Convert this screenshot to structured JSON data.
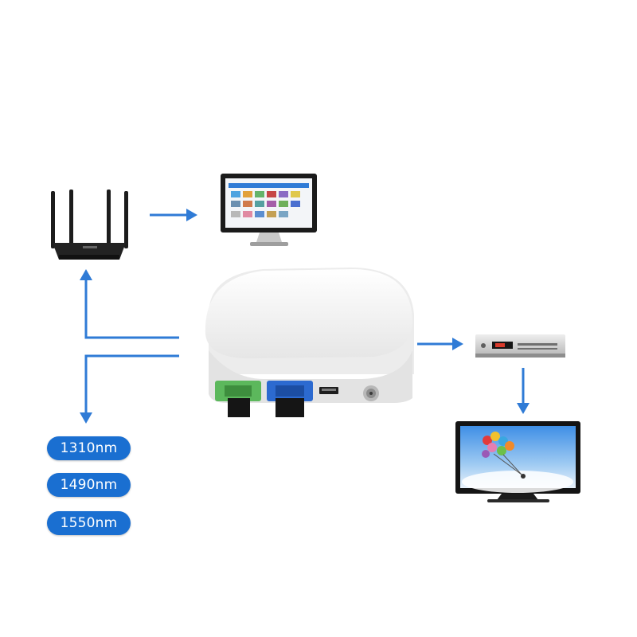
{
  "colors": {
    "arrow": "#2f7bd6",
    "badge": "#1a6fd1",
    "onu_body": "#f4f4f4",
    "green_port": "#5cb85c",
    "blue_port": "#2c6ad0"
  },
  "wavelengths": [
    "1310nm",
    "1490nm",
    "1550nm"
  ],
  "icons": [
    "wifi-router-icon",
    "desktop-monitor-icon",
    "onu-device-icon",
    "set-top-box-icon",
    "television-icon"
  ]
}
